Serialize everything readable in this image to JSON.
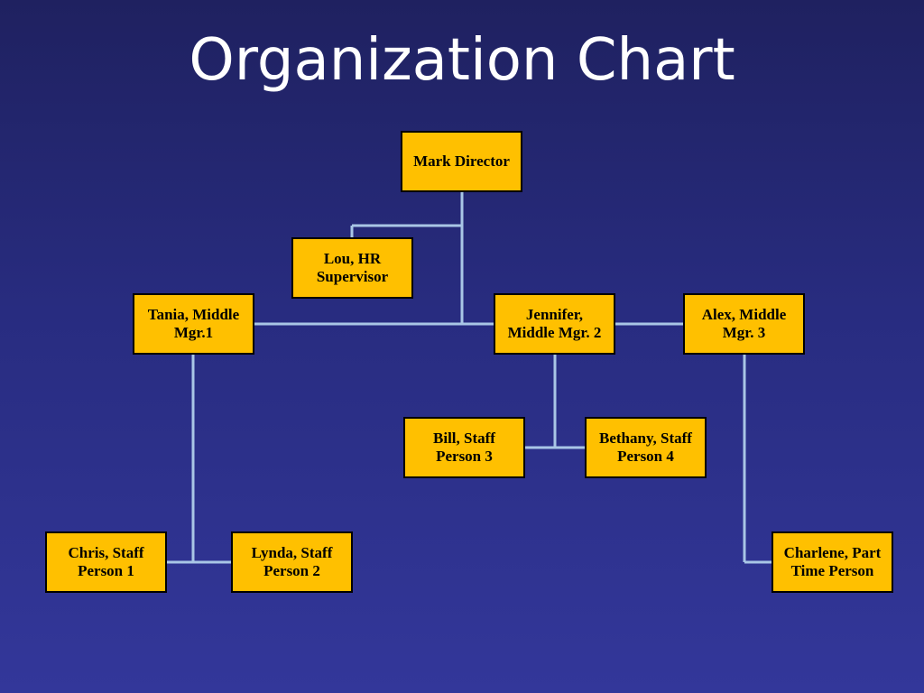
{
  "title": "Organization Chart",
  "colors": {
    "box_fill": "#ffc000",
    "box_border": "#000000",
    "connector": "#a9c6e6",
    "title_text": "#ffffff",
    "background_top": "#1f2160",
    "background_bottom": "#33379a"
  },
  "nodes": {
    "mark": "Mark Director",
    "lou": "Lou, HR\nSupervisor",
    "tania": "Tania, Middle\nMgr.1",
    "jennifer": "Jennifer,\nMiddle Mgr. 2",
    "alex": "Alex, Middle\nMgr. 3",
    "bill": "Bill, Staff\nPerson 3",
    "bethany": "Bethany, Staff\nPerson 4",
    "chris": "Chris, Staff\nPerson 1",
    "lynda": "Lynda, Staff\nPerson 2",
    "charlene": "Charlene, Part\nTime Person"
  },
  "edges": [
    {
      "from": "mark",
      "to": "lou",
      "type": "assistant"
    },
    {
      "from": "mark",
      "to": "tania"
    },
    {
      "from": "mark",
      "to": "jennifer"
    },
    {
      "from": "mark",
      "to": "alex"
    },
    {
      "from": "tania",
      "to": "chris"
    },
    {
      "from": "tania",
      "to": "lynda"
    },
    {
      "from": "jennifer",
      "to": "bill"
    },
    {
      "from": "jennifer",
      "to": "bethany"
    },
    {
      "from": "alex",
      "to": "charlene"
    }
  ]
}
